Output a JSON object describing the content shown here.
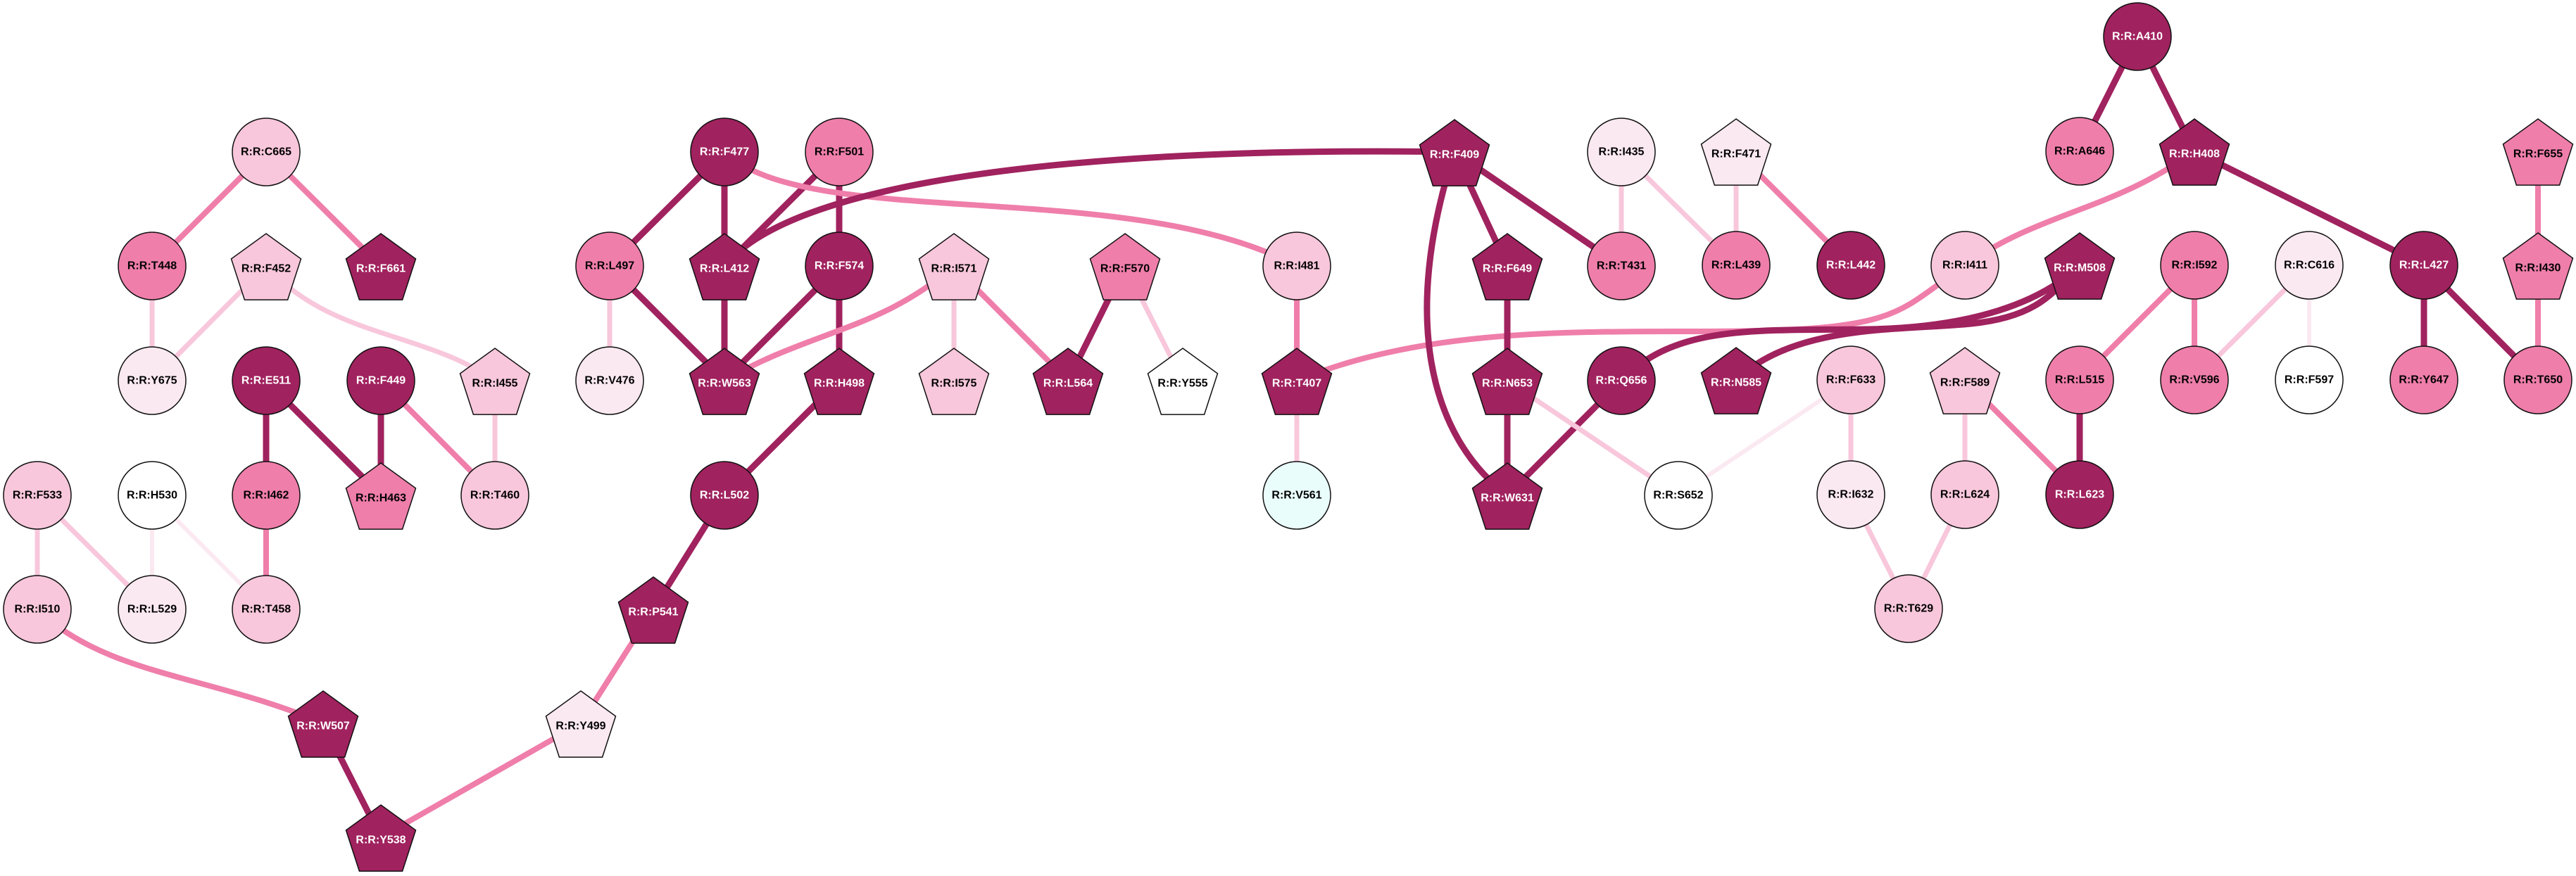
{
  "palette": {
    "strong": "#A0225E",
    "medium": "#EF7EAA",
    "weak": "#F8C7DB",
    "faint": "#FBE9F1",
    "none": "#FFFFFF",
    "cyan": "#E9FDFB"
  },
  "nodes": [
    {
      "id": "C665",
      "label": "R:R:C665",
      "shape": "circle",
      "fill": "weak"
    },
    {
      "id": "T448",
      "label": "R:R:T448",
      "shape": "circle",
      "fill": "medium"
    },
    {
      "id": "F452",
      "label": "R:R:F452",
      "shape": "pentagon",
      "fill": "weak"
    },
    {
      "id": "F661",
      "label": "R:R:F661",
      "shape": "pentagon",
      "fill": "strong"
    },
    {
      "id": "Y675",
      "label": "R:R:Y675",
      "shape": "circle",
      "fill": "faint"
    },
    {
      "id": "E511",
      "label": "R:R:E511",
      "shape": "circle",
      "fill": "strong"
    },
    {
      "id": "F449",
      "label": "R:R:F449",
      "shape": "circle",
      "fill": "strong"
    },
    {
      "id": "I455",
      "label": "R:R:I455",
      "shape": "pentagon",
      "fill": "weak"
    },
    {
      "id": "F533",
      "label": "R:R:F533",
      "shape": "circle",
      "fill": "weak"
    },
    {
      "id": "H530",
      "label": "R:R:H530",
      "shape": "circle",
      "fill": "none"
    },
    {
      "id": "I462",
      "label": "R:R:I462",
      "shape": "circle",
      "fill": "medium"
    },
    {
      "id": "H463",
      "label": "R:R:H463",
      "shape": "pentagon",
      "fill": "medium"
    },
    {
      "id": "T460",
      "label": "R:R:T460",
      "shape": "circle",
      "fill": "weak"
    },
    {
      "id": "I510",
      "label": "R:R:I510",
      "shape": "circle",
      "fill": "weak"
    },
    {
      "id": "L529",
      "label": "R:R:L529",
      "shape": "circle",
      "fill": "faint"
    },
    {
      "id": "T458",
      "label": "R:R:T458",
      "shape": "circle",
      "fill": "weak"
    },
    {
      "id": "W507",
      "label": "R:R:W507",
      "shape": "pentagon",
      "fill": "strong"
    },
    {
      "id": "Y499",
      "label": "R:R:Y499",
      "shape": "pentagon",
      "fill": "faint"
    },
    {
      "id": "Y538",
      "label": "R:R:Y538",
      "shape": "pentagon",
      "fill": "strong"
    },
    {
      "id": "P541",
      "label": "R:R:P541",
      "shape": "pentagon",
      "fill": "strong"
    },
    {
      "id": "L502",
      "label": "R:R:L502",
      "shape": "circle",
      "fill": "strong"
    },
    {
      "id": "F477",
      "label": "R:R:F477",
      "shape": "circle",
      "fill": "strong"
    },
    {
      "id": "F501",
      "label": "R:R:F501",
      "shape": "circle",
      "fill": "medium"
    },
    {
      "id": "L497",
      "label": "R:R:L497",
      "shape": "circle",
      "fill": "medium"
    },
    {
      "id": "L412",
      "label": "R:R:L412",
      "shape": "pentagon",
      "fill": "strong"
    },
    {
      "id": "F574",
      "label": "R:R:F574",
      "shape": "circle",
      "fill": "strong"
    },
    {
      "id": "V476",
      "label": "R:R:V476",
      "shape": "circle",
      "fill": "faint"
    },
    {
      "id": "W563",
      "label": "R:R:W563",
      "shape": "pentagon",
      "fill": "strong"
    },
    {
      "id": "H498",
      "label": "R:R:H498",
      "shape": "pentagon",
      "fill": "strong"
    },
    {
      "id": "I571",
      "label": "R:R:I571",
      "shape": "pentagon",
      "fill": "weak"
    },
    {
      "id": "F570",
      "label": "R:R:F570",
      "shape": "pentagon",
      "fill": "medium"
    },
    {
      "id": "I481",
      "label": "R:R:I481",
      "shape": "circle",
      "fill": "weak"
    },
    {
      "id": "I575",
      "label": "R:R:I575",
      "shape": "pentagon",
      "fill": "weak"
    },
    {
      "id": "L564",
      "label": "R:R:L564",
      "shape": "pentagon",
      "fill": "strong"
    },
    {
      "id": "Y555",
      "label": "R:R:Y555",
      "shape": "pentagon",
      "fill": "none"
    },
    {
      "id": "T407",
      "label": "R:R:T407",
      "shape": "pentagon",
      "fill": "strong"
    },
    {
      "id": "V561",
      "label": "R:R:V561",
      "shape": "circle",
      "fill": "cyan"
    },
    {
      "id": "F409",
      "label": "R:R:F409",
      "shape": "pentagon",
      "fill": "strong"
    },
    {
      "id": "I435",
      "label": "R:R:I435",
      "shape": "circle",
      "fill": "faint"
    },
    {
      "id": "F649",
      "label": "R:R:F649",
      "shape": "pentagon",
      "fill": "strong"
    },
    {
      "id": "T431",
      "label": "R:R:T431",
      "shape": "circle",
      "fill": "medium"
    },
    {
      "id": "N653",
      "label": "R:R:N653",
      "shape": "pentagon",
      "fill": "strong"
    },
    {
      "id": "Q656",
      "label": "R:R:Q656",
      "shape": "circle",
      "fill": "strong"
    },
    {
      "id": "W631",
      "label": "R:R:W631",
      "shape": "pentagon",
      "fill": "strong"
    },
    {
      "id": "S652",
      "label": "R:R:S652",
      "shape": "circle",
      "fill": "none"
    },
    {
      "id": "F471",
      "label": "R:R:F471",
      "shape": "pentagon",
      "fill": "faint"
    },
    {
      "id": "L439",
      "label": "R:R:L439",
      "shape": "circle",
      "fill": "medium"
    },
    {
      "id": "L442",
      "label": "R:R:L442",
      "shape": "circle",
      "fill": "strong"
    },
    {
      "id": "I411",
      "label": "R:R:I411",
      "shape": "circle",
      "fill": "weak"
    },
    {
      "id": "M508",
      "label": "R:R:M508",
      "shape": "pentagon",
      "fill": "strong"
    },
    {
      "id": "N585",
      "label": "R:R:N585",
      "shape": "pentagon",
      "fill": "strong"
    },
    {
      "id": "F633",
      "label": "R:R:F633",
      "shape": "circle",
      "fill": "weak"
    },
    {
      "id": "F589",
      "label": "R:R:F589",
      "shape": "pentagon",
      "fill": "weak"
    },
    {
      "id": "L515",
      "label": "R:R:L515",
      "shape": "circle",
      "fill": "medium"
    },
    {
      "id": "I632",
      "label": "R:R:I632",
      "shape": "circle",
      "fill": "faint"
    },
    {
      "id": "L624",
      "label": "R:R:L624",
      "shape": "circle",
      "fill": "weak"
    },
    {
      "id": "L623",
      "label": "R:R:L623",
      "shape": "circle",
      "fill": "strong"
    },
    {
      "id": "T629",
      "label": "R:R:T629",
      "shape": "circle",
      "fill": "weak"
    },
    {
      "id": "A410",
      "label": "R:R:A410",
      "shape": "circle",
      "fill": "strong"
    },
    {
      "id": "A646",
      "label": "R:R:A646",
      "shape": "circle",
      "fill": "medium"
    },
    {
      "id": "H408",
      "label": "R:R:H408",
      "shape": "pentagon",
      "fill": "strong"
    },
    {
      "id": "F655",
      "label": "R:R:F655",
      "shape": "pentagon",
      "fill": "medium"
    },
    {
      "id": "I592",
      "label": "R:R:I592",
      "shape": "circle",
      "fill": "medium"
    },
    {
      "id": "C616",
      "label": "R:R:C616",
      "shape": "circle",
      "fill": "faint"
    },
    {
      "id": "L427",
      "label": "R:R:L427",
      "shape": "circle",
      "fill": "strong"
    },
    {
      "id": "I430",
      "label": "R:R:I430",
      "shape": "pentagon",
      "fill": "medium"
    },
    {
      "id": "V596",
      "label": "R:R:V596",
      "shape": "circle",
      "fill": "medium"
    },
    {
      "id": "F597",
      "label": "R:R:F597",
      "shape": "circle",
      "fill": "none"
    },
    {
      "id": "Y647",
      "label": "R:R:Y647",
      "shape": "circle",
      "fill": "medium"
    },
    {
      "id": "T650",
      "label": "R:R:T650",
      "shape": "circle",
      "fill": "medium"
    }
  ],
  "edges": [
    {
      "source": "C665",
      "target": "T448",
      "strength": "medium"
    },
    {
      "source": "C665",
      "target": "F661",
      "strength": "medium"
    },
    {
      "source": "T448",
      "target": "Y675",
      "strength": "weak"
    },
    {
      "source": "F452",
      "target": "Y675",
      "strength": "weak"
    },
    {
      "source": "F452",
      "target": "I455",
      "strength": "weak"
    },
    {
      "source": "E511",
      "target": "I462",
      "strength": "strong"
    },
    {
      "source": "E511",
      "target": "H463",
      "strength": "strong"
    },
    {
      "source": "F449",
      "target": "H463",
      "strength": "strong"
    },
    {
      "source": "F449",
      "target": "T460",
      "strength": "medium"
    },
    {
      "source": "I455",
      "target": "T460",
      "strength": "weak"
    },
    {
      "source": "F533",
      "target": "I510",
      "strength": "weak"
    },
    {
      "source": "F533",
      "target": "L529",
      "strength": "weak"
    },
    {
      "source": "H530",
      "target": "L529",
      "strength": "faint"
    },
    {
      "source": "H530",
      "target": "T458",
      "strength": "faint"
    },
    {
      "source": "I462",
      "target": "T458",
      "strength": "medium"
    },
    {
      "source": "I510",
      "target": "W507",
      "strength": "medium"
    },
    {
      "source": "W507",
      "target": "Y538",
      "strength": "strong"
    },
    {
      "source": "Y499",
      "target": "Y538",
      "strength": "medium"
    },
    {
      "source": "P541",
      "target": "Y499",
      "strength": "medium"
    },
    {
      "source": "L502",
      "target": "P541",
      "strength": "strong"
    },
    {
      "source": "H498",
      "target": "L502",
      "strength": "strong"
    },
    {
      "source": "F574",
      "target": "H498",
      "strength": "strong"
    },
    {
      "source": "F501",
      "target": "F574",
      "strength": "strong"
    },
    {
      "source": "F501",
      "target": "L412",
      "strength": "strong"
    },
    {
      "source": "F477",
      "target": "L412",
      "strength": "strong"
    },
    {
      "source": "F477",
      "target": "L497",
      "strength": "strong"
    },
    {
      "source": "L497",
      "target": "V476",
      "strength": "weak"
    },
    {
      "source": "L497",
      "target": "W563",
      "strength": "strong"
    },
    {
      "source": "L412",
      "target": "W563",
      "strength": "strong"
    },
    {
      "source": "F574",
      "target": "W563",
      "strength": "strong"
    },
    {
      "source": "I571",
      "target": "W563",
      "strength": "medium"
    },
    {
      "source": "F477",
      "target": "I481",
      "strength": "medium"
    },
    {
      "source": "L412",
      "target": "F409",
      "strength": "strong"
    },
    {
      "source": "I571",
      "target": "I575",
      "strength": "weak"
    },
    {
      "source": "I571",
      "target": "L564",
      "strength": "medium"
    },
    {
      "source": "F570",
      "target": "L564",
      "strength": "strong"
    },
    {
      "source": "F570",
      "target": "Y555",
      "strength": "weak"
    },
    {
      "source": "I481",
      "target": "T407",
      "strength": "medium"
    },
    {
      "source": "T407",
      "target": "V561",
      "strength": "weak"
    },
    {
      "source": "T407",
      "target": "I411",
      "strength": "medium"
    },
    {
      "source": "F409",
      "target": "F649",
      "strength": "strong"
    },
    {
      "source": "F409",
      "target": "T431",
      "strength": "strong"
    },
    {
      "source": "F409",
      "target": "W631",
      "strength": "strong"
    },
    {
      "source": "F649",
      "target": "N653",
      "strength": "strong"
    },
    {
      "source": "N653",
      "target": "W631",
      "strength": "strong"
    },
    {
      "source": "Q656",
      "target": "W631",
      "strength": "strong"
    },
    {
      "source": "N653",
      "target": "S652",
      "strength": "weak"
    },
    {
      "source": "Q656",
      "target": "M508",
      "strength": "strong"
    },
    {
      "source": "N585",
      "target": "M508",
      "strength": "strong"
    },
    {
      "source": "I435",
      "target": "T431",
      "strength": "weak"
    },
    {
      "source": "I435",
      "target": "L439",
      "strength": "weak"
    },
    {
      "source": "F471",
      "target": "L439",
      "strength": "weak"
    },
    {
      "source": "F471",
      "target": "L442",
      "strength": "medium"
    },
    {
      "source": "A410",
      "target": "A646",
      "strength": "strong"
    },
    {
      "source": "A410",
      "target": "H408",
      "strength": "strong"
    },
    {
      "source": "H408",
      "target": "I411",
      "strength": "medium"
    },
    {
      "source": "H408",
      "target": "L427",
      "strength": "strong"
    },
    {
      "source": "I592",
      "target": "L515",
      "strength": "medium"
    },
    {
      "source": "I592",
      "target": "V596",
      "strength": "medium"
    },
    {
      "source": "C616",
      "target": "V596",
      "strength": "weak"
    },
    {
      "source": "C616",
      "target": "F597",
      "strength": "faint"
    },
    {
      "source": "L427",
      "target": "Y647",
      "strength": "strong"
    },
    {
      "source": "L427",
      "target": "T650",
      "strength": "strong"
    },
    {
      "source": "F655",
      "target": "I430",
      "strength": "medium"
    },
    {
      "source": "I430",
      "target": "T650",
      "strength": "medium"
    },
    {
      "source": "L515",
      "target": "L623",
      "strength": "strong"
    },
    {
      "source": "F589",
      "target": "L624",
      "strength": "weak"
    },
    {
      "source": "F589",
      "target": "L623",
      "strength": "medium"
    },
    {
      "source": "F633",
      "target": "I632",
      "strength": "weak"
    },
    {
      "source": "F633",
      "target": "S652",
      "strength": "faint"
    },
    {
      "source": "I632",
      "target": "T629",
      "strength": "weak"
    },
    {
      "source": "L624",
      "target": "T629",
      "strength": "weak"
    }
  ]
}
